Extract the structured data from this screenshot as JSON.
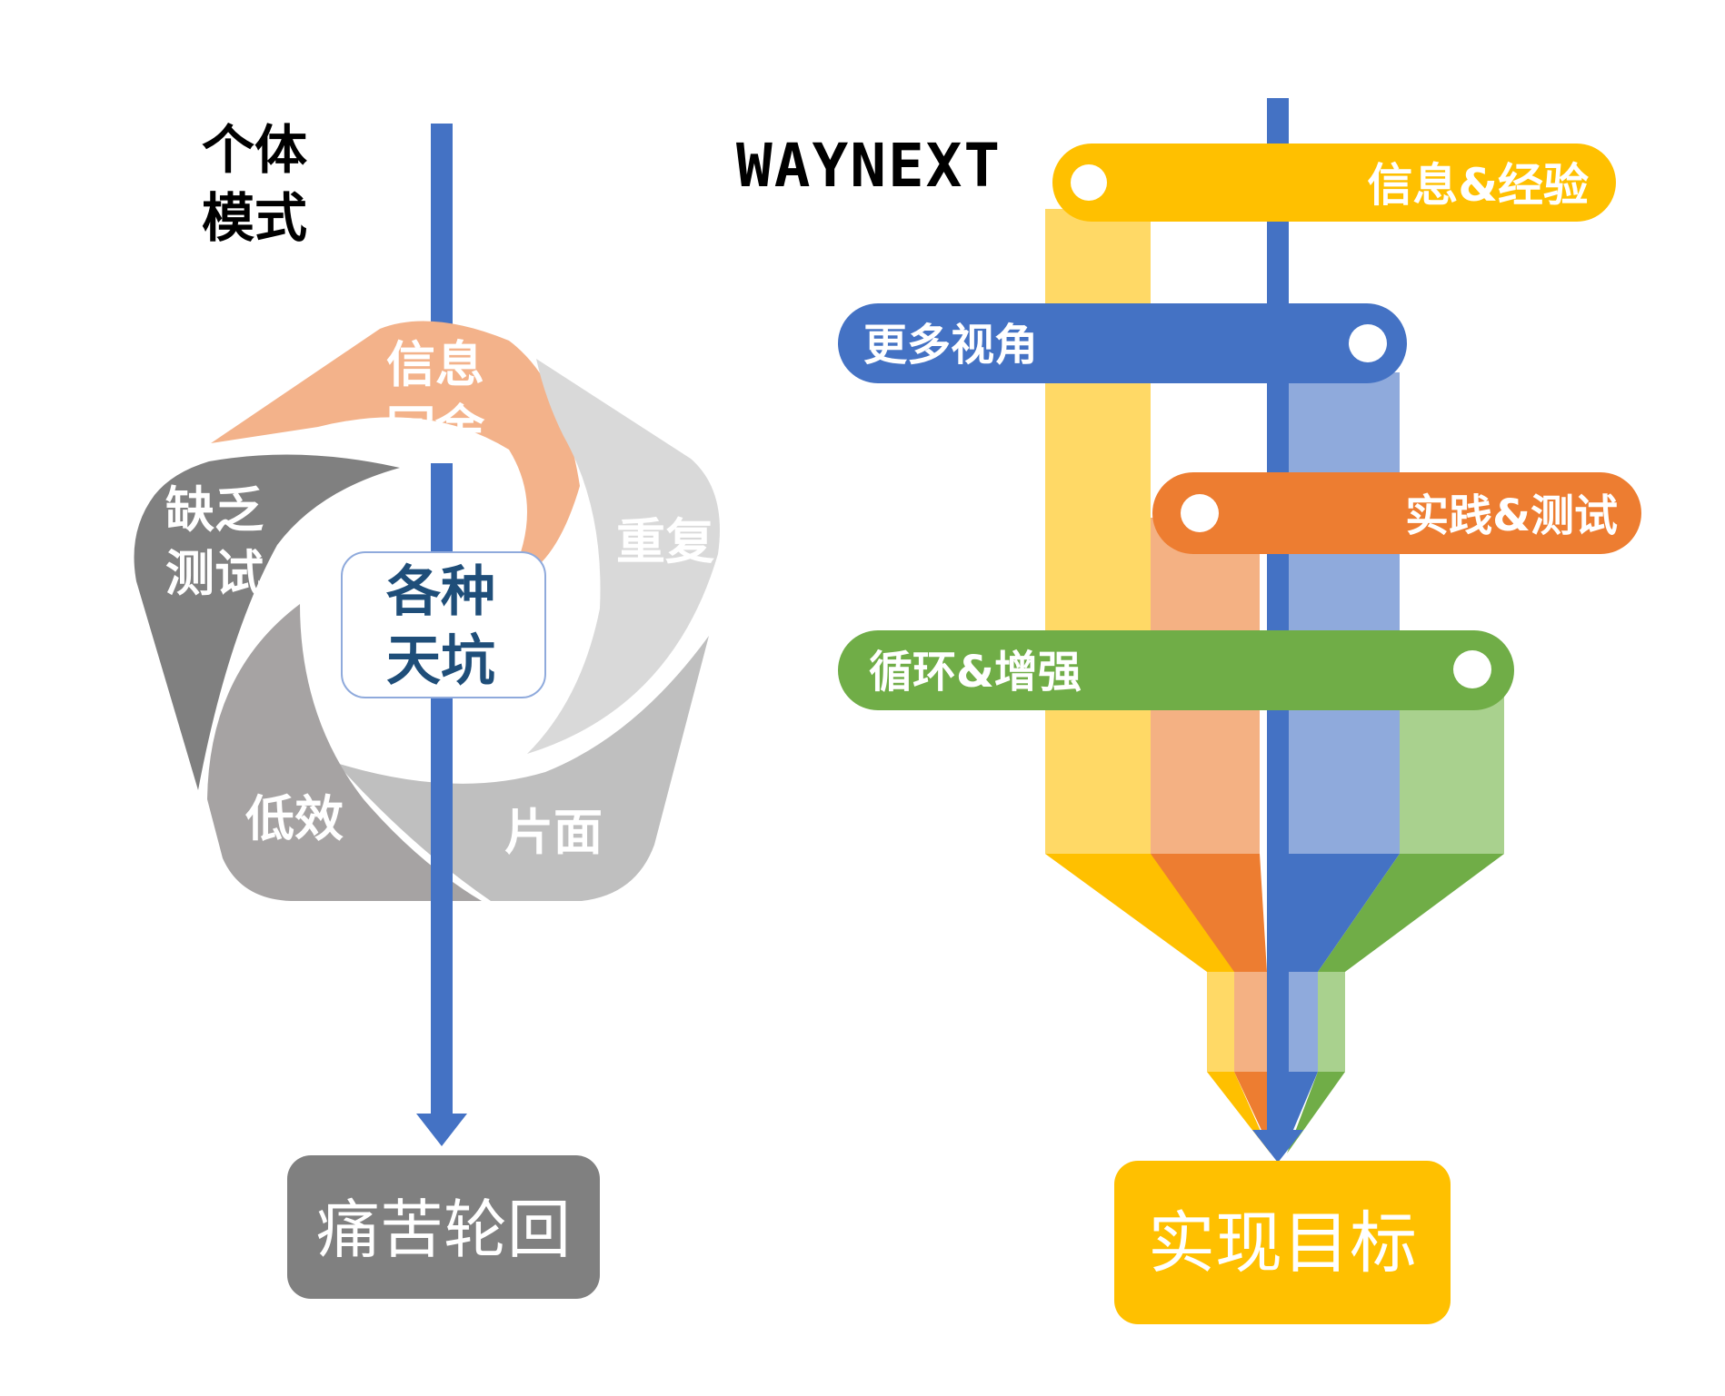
{
  "left": {
    "title_line1": "个体",
    "title_line2": "模式",
    "segments": [
      {
        "line1": "信息",
        "line2": "冗余",
        "color": "#f3b28a"
      },
      {
        "line1": "重复",
        "line2": "",
        "color": "#d9d9d9"
      },
      {
        "line1": "片面",
        "line2": "",
        "color": "#bfbfbf"
      },
      {
        "line1": "低效",
        "line2": "",
        "color": "#a6a3a3"
      },
      {
        "line1": "缺乏",
        "line2": "测试",
        "color": "#808080"
      }
    ],
    "center_line1": "各种",
    "center_line2": "天坑",
    "result": "痛苦轮回",
    "arrow_color": "#4472c4",
    "result_color": "#808080"
  },
  "right": {
    "brand": "WAYNEXT",
    "bars": [
      {
        "label": "信息&经验",
        "color": "#ffc000",
        "light": "#ffd966"
      },
      {
        "label": "更多视角",
        "color": "#4472c4",
        "light": "#8faadc"
      },
      {
        "label": "实践&测试",
        "color": "#ed7d31",
        "light": "#f4b183"
      },
      {
        "label": "循环&增强",
        "color": "#70ad47",
        "light": "#a9d18e"
      }
    ],
    "result": "实现目标",
    "result_color": "#ffc000",
    "arrow_color": "#4472c4"
  }
}
